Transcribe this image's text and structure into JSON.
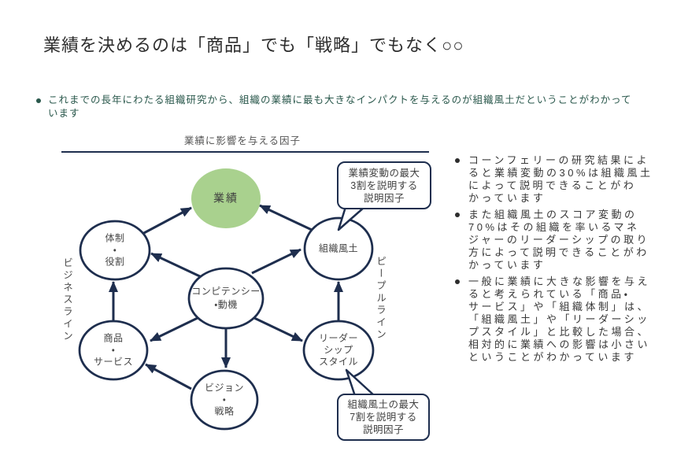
{
  "slide": {
    "title": "業績を決めるのは「商品」でも「戦略」でもなく○○",
    "intro_bullet": "これまでの長年にわたる組織研究から、組織の業績に最も大きなインパクトを与えるのが組織風土だということがわかって\nいます"
  },
  "diagram": {
    "caption": "業績に影響を与える因子",
    "left_axis_label": "ビジネスライン",
    "right_axis_label": "ピープルライン",
    "nodes": {
      "performance": {
        "label": "業績"
      },
      "structure": {
        "label": "体制\n・\n役割"
      },
      "climate": {
        "label": "組織風土"
      },
      "competency": {
        "label": "コンピテンシー\n・動機"
      },
      "product": {
        "label": "商品\n・\nサービス"
      },
      "leadership": {
        "label": "リーダー\nシップ\nスタイル"
      },
      "vision": {
        "label": "ビジョン\n・\n戦略"
      }
    },
    "callouts": {
      "top": "業績変動の最大\n3割を説明する\n説明因子",
      "bottom": "組織風土の最大\n7割を説明する\n説明因子"
    }
  },
  "notes": {
    "bullets": [
      "コーンフェリーの研究結果によ\nると業績変動の30%は組織風土\nによって説明できることがわ\nかっています",
      "また組織風土のスコア変動の\n70%はその組織を率いるマネ\nジャーのリーダーシップの取り\n方によって説明できることがわ\nかっています",
      "一般に業績に大きな影響を与え\nると考えられている「商品・\nサービス」や「組織体制」は、\n「組織風土」や「リーダーシッ\nプスタイル」と比較した場合、\n相対的に業績への影響は小さい\nということがわかっています"
    ]
  },
  "colors": {
    "navy": "#1e2e4e",
    "green": "#a9d18e",
    "teal_text": "#2a584c",
    "body_text": "#383838"
  }
}
